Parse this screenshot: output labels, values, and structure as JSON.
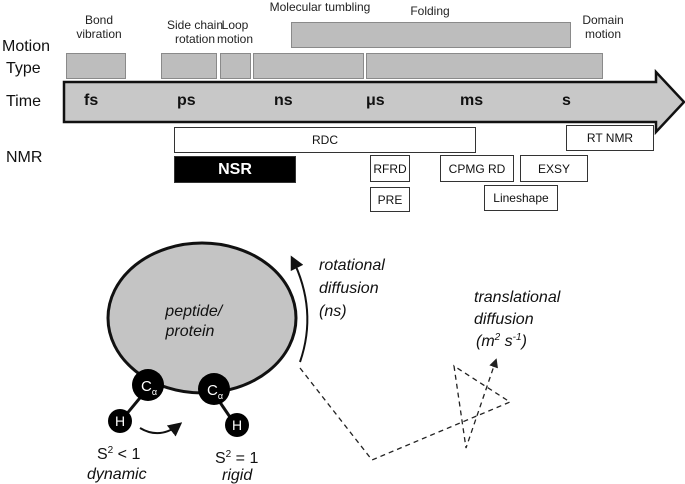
{
  "rows": {
    "motion_line1": "Motion",
    "motion_line2": "Type",
    "time": "Time",
    "nmr": "NMR"
  },
  "motion_labels": {
    "bond": [
      "Bond",
      "vibration"
    ],
    "sidechain": [
      "Side chain",
      "rotation"
    ],
    "loop": [
      "Loop",
      "motion"
    ],
    "tumbling": "Molecular tumbling",
    "folding": "Folding",
    "domain": [
      "Domain",
      "motion"
    ]
  },
  "time_ticks": [
    "fs",
    "ps",
    "ns",
    "μs",
    "ms",
    "s"
  ],
  "nmr_methods": {
    "rdc": "RDC",
    "nsr": "NSR",
    "rfrd": "RFRD",
    "pre": "PRE",
    "cpmg": "CPMG RD",
    "lineshape": "Lineshape",
    "exsy": "EXSY",
    "rtnmr": "RT NMR"
  },
  "diagram": {
    "peptide": [
      "peptide/",
      "protein"
    ],
    "rot": [
      "rotational",
      "diffusion",
      "(ns)"
    ],
    "trans": [
      "translational",
      "diffusion",
      "(m",
      "2",
      " s",
      "-1",
      ")"
    ],
    "c_alpha": [
      "C",
      "α"
    ],
    "h": "H",
    "s2_dyn": [
      "S",
      "2",
      " < 1"
    ],
    "dynamic": "dynamic",
    "s2_rig": [
      "S",
      "2",
      " = 1"
    ],
    "rigid": "rigid"
  },
  "colors": {
    "bar_fill": "#bdbdbd",
    "arrow_fill": "#c8c8c8",
    "ellipse_fill": "#c4c4c4",
    "nsr_fill": "#000000"
  }
}
